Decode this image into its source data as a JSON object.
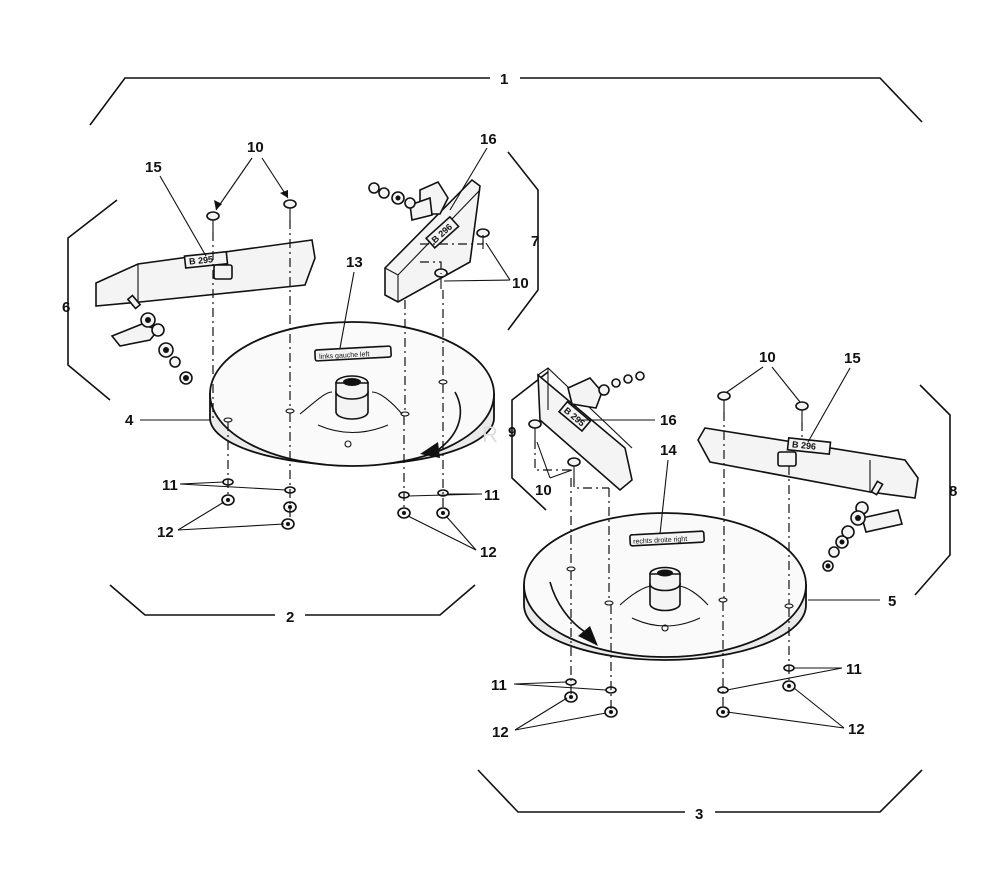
{
  "callouts": {
    "n1": "1",
    "n2": "2",
    "n3": "3",
    "n4": "4",
    "n5": "5",
    "n6": "6",
    "n7": "7",
    "n8": "8",
    "n9": "9",
    "n10": "10",
    "n11": "11",
    "n12": "12",
    "n13": "13",
    "n14": "14",
    "n15": "15",
    "n16": "16"
  },
  "labels": {
    "left_disc": "links gauche left",
    "right_disc": "rechts droite right"
  },
  "part_codes": {
    "left_bar": "B 295",
    "right_bar": "B 296",
    "left_bracket": "B 296",
    "right_bracket": "B 295"
  },
  "watermark": "R"
}
